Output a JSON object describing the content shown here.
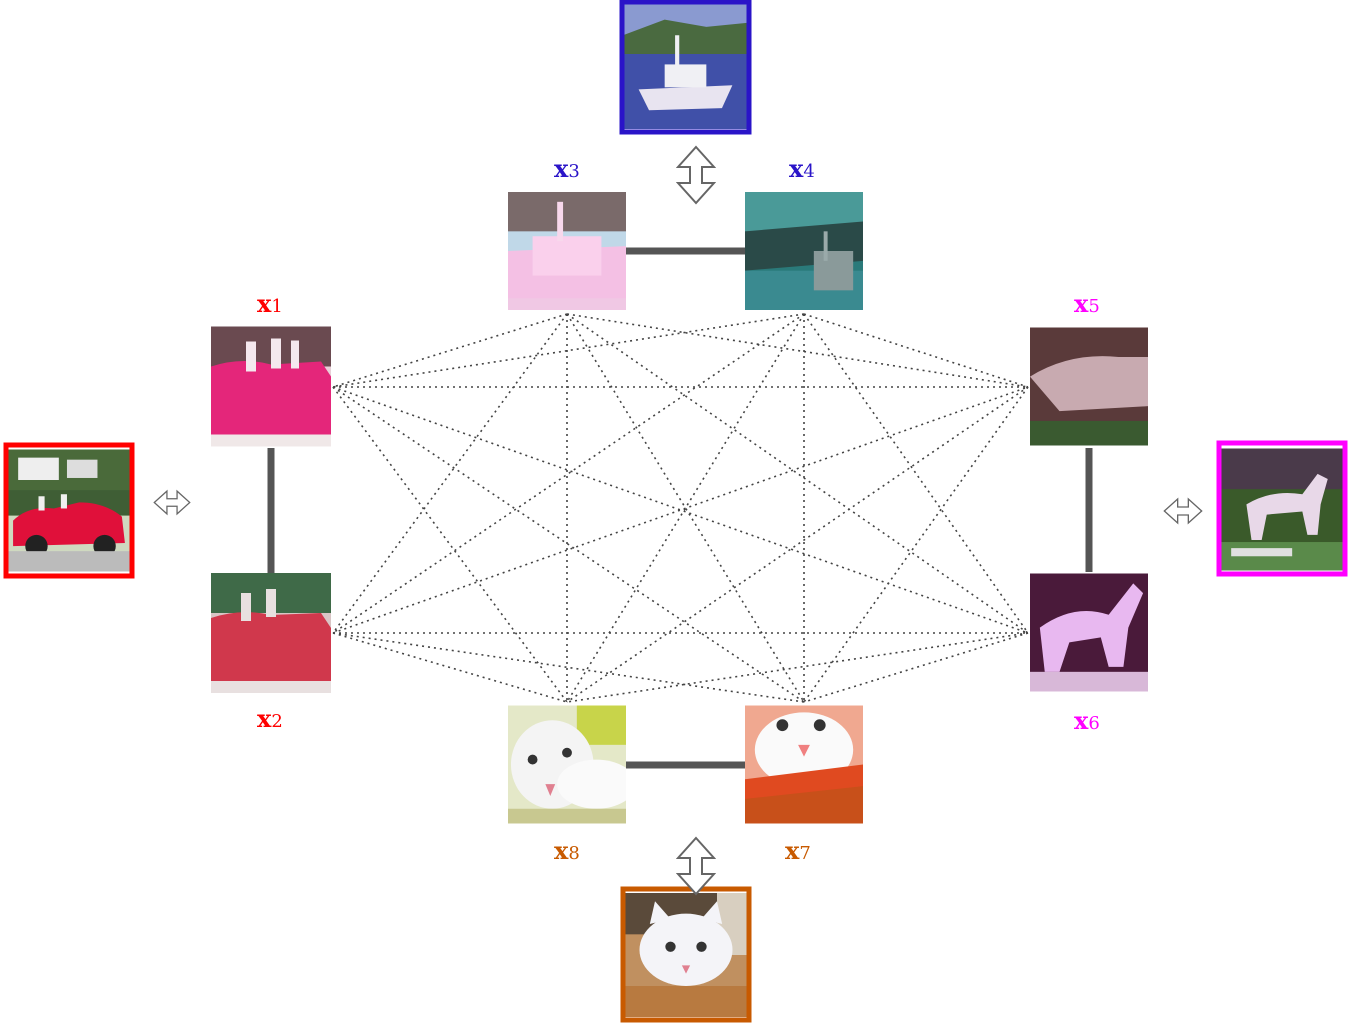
{
  "colors": {
    "car": "#ff0000",
    "boat": "#2a14c8",
    "horse": "#ff00ff",
    "cat": "#c85a00",
    "edge": "#555555",
    "dotted": "#444444"
  },
  "groups": [
    {
      "name": "car",
      "color": "#ff0000",
      "icon": "car-image"
    },
    {
      "name": "boat",
      "color": "#2a14c8",
      "icon": "boat-image"
    },
    {
      "name": "horse",
      "color": "#ff00ff",
      "icon": "horse-image"
    },
    {
      "name": "cat",
      "color": "#c85a00",
      "icon": "cat-image"
    }
  ],
  "samples": [
    {
      "id": "x1",
      "letter": "x",
      "sub": "1",
      "group": "car",
      "icon": "car-augmented-image"
    },
    {
      "id": "x2",
      "letter": "x",
      "sub": "2",
      "group": "car",
      "icon": "car-augmented-image"
    },
    {
      "id": "x3",
      "letter": "x",
      "sub": "3",
      "group": "boat",
      "icon": "boat-augmented-image"
    },
    {
      "id": "x4",
      "letter": "x",
      "sub": "4",
      "group": "boat",
      "icon": "boat-augmented-image"
    },
    {
      "id": "x5",
      "letter": "x",
      "sub": "5",
      "group": "horse",
      "icon": "horse-augmented-image"
    },
    {
      "id": "x6",
      "letter": "x",
      "sub": "6",
      "group": "horse",
      "icon": "horse-augmented-image"
    },
    {
      "id": "x7",
      "letter": "x",
      "sub": "7",
      "group": "cat",
      "icon": "cat-augmented-image"
    },
    {
      "id": "x8",
      "letter": "x",
      "sub": "8",
      "group": "cat",
      "icon": "cat-augmented-image"
    }
  ],
  "positive_pairs": [
    [
      "x1",
      "x2"
    ],
    [
      "x3",
      "x4"
    ],
    [
      "x5",
      "x6"
    ],
    [
      "x7",
      "x8"
    ]
  ],
  "negative_pairs": [
    [
      "x3",
      "x8"
    ],
    [
      "x3",
      "x7"
    ],
    [
      "x3",
      "x1"
    ],
    [
      "x3",
      "x2"
    ],
    [
      "x3",
      "x5"
    ],
    [
      "x3",
      "x6"
    ],
    [
      "x4",
      "x8"
    ],
    [
      "x4",
      "x7"
    ],
    [
      "x4",
      "x1"
    ],
    [
      "x4",
      "x2"
    ],
    [
      "x4",
      "x5"
    ],
    [
      "x4",
      "x6"
    ],
    [
      "x1",
      "x5"
    ],
    [
      "x1",
      "x6"
    ],
    [
      "x1",
      "x8"
    ],
    [
      "x1",
      "x7"
    ],
    [
      "x2",
      "x5"
    ],
    [
      "x2",
      "x6"
    ],
    [
      "x2",
      "x8"
    ],
    [
      "x2",
      "x7"
    ],
    [
      "x5",
      "x8"
    ],
    [
      "x5",
      "x7"
    ],
    [
      "x6",
      "x8"
    ],
    [
      "x6",
      "x7"
    ]
  ]
}
